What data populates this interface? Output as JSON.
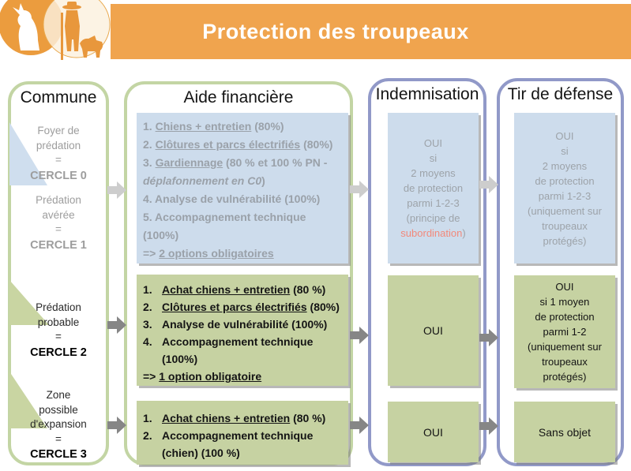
{
  "header": {
    "title": "Protection des troupeaux"
  },
  "colors": {
    "banner": "#f0a44e",
    "blue_box": "#cddcec",
    "green_box": "#c6d2a2",
    "green_border": "#c3d5a4",
    "purple_border": "#9199c8",
    "accent": "#f2897b",
    "gray_text": "#9d9d9d"
  },
  "columns": {
    "commune": {
      "title": "Commune",
      "sections": [
        {
          "label": "Foyer de\nprédation\n=",
          "cercle": "CERCLE 0"
        },
        {
          "label": "Prédation\navérée\n=",
          "cercle": "CERCLE 1"
        },
        {
          "label": "Prédation\nprobable\n=",
          "cercle": "CERCLE 2"
        },
        {
          "label": "Zone\npossible\nd'expansion\n=",
          "cercle": "CERCLE 3"
        }
      ]
    },
    "aide": {
      "title": "Aide financière",
      "box1_lines": [
        {
          "pre": "1. ",
          "u": "Chiens + entretien",
          "post": " (80%)"
        },
        {
          "pre": "2. ",
          "u": "Clôtures et parcs électrifiés",
          "post": " (80%)"
        },
        {
          "pre": "3. ",
          "u": "Gardiennage",
          "post": " (80 % et 100 % PN -"
        },
        {
          "it": "déplafonnement en C0",
          "post": ")"
        },
        {
          "pre": "4. Analyse de vulnérabilité (100%)"
        },
        {
          "pre": "5. Accompagnement technique"
        },
        {
          "pre": "(100%)"
        },
        {
          "pre": "=> ",
          "u": "2 options obligatoires"
        }
      ],
      "box2_items": [
        {
          "num": "1.",
          "u": "Achat chiens + entretien",
          "post": " (80 %)"
        },
        {
          "num": "2.",
          "u": "Clôtures et parcs électrifiés",
          "post": " (80%)"
        },
        {
          "num": "3.",
          "post": "Analyse de vulnérabilité (100%)"
        },
        {
          "num": "4.",
          "post": "Accompagnement technique\n(100%)"
        }
      ],
      "box2_footer": {
        "pre": "=> ",
        "u": "1 option obligatoire"
      },
      "box3_items": [
        {
          "num": "1.",
          "u": "Achat chiens + entretien",
          "post": " (80 %)"
        },
        {
          "num": "2.",
          "post": "Accompagnement technique\n(chien) (100 %)"
        }
      ]
    },
    "indemnisation": {
      "title": "Indemnisation",
      "box1_main": "OUI\nsi\n2 moyens\nde protection\nparmi 1-2-3\n(principe de",
      "box1_accent": "subordination",
      "box1_close": ")",
      "box2": "OUI",
      "box3": "OUI"
    },
    "tir": {
      "title": "Tir de défense",
      "box1": "OUI\nsi\n2 moyens\nde protection\nparmi 1-2-3\n(uniquement sur\ntroupeaux\nprotégés)",
      "box2": "OUI\nsi 1 moyen\nde protection\nparmi 1-2\n(uniquement sur\ntroupeaux\nprotégés)",
      "box3": "Sans objet"
    }
  }
}
